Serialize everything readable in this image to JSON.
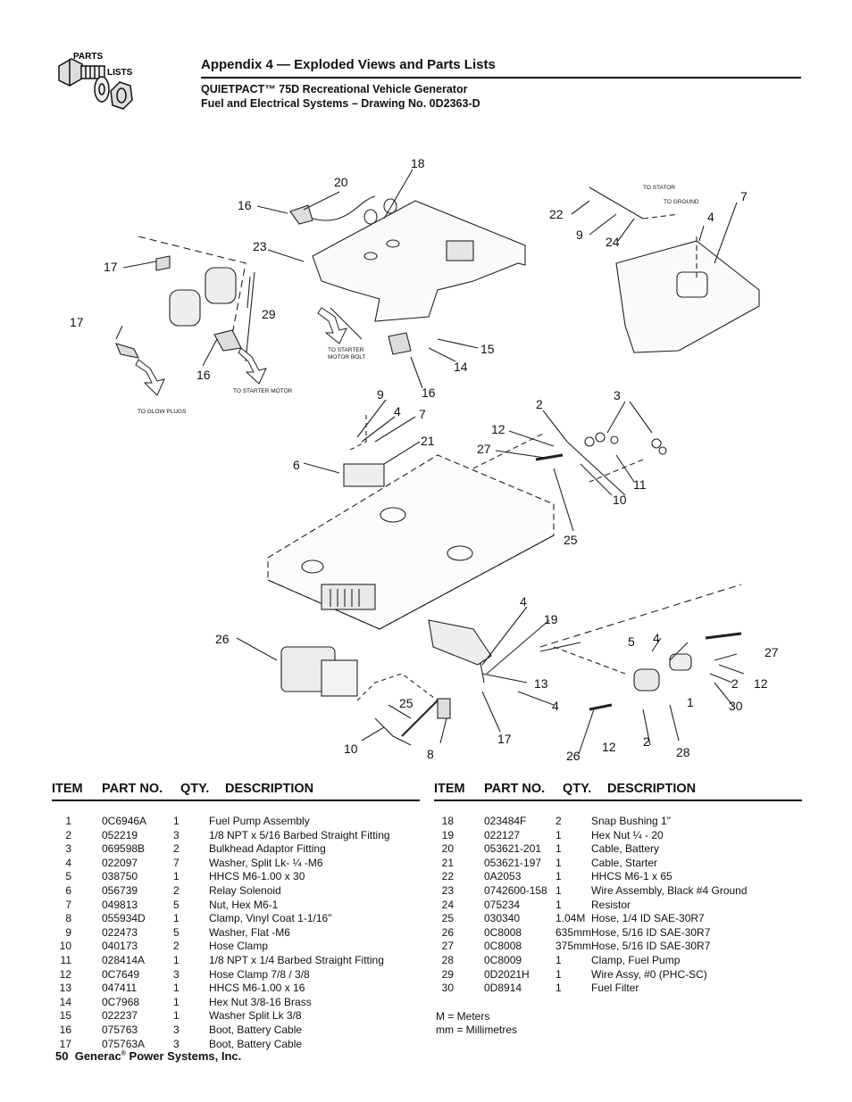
{
  "logo": {
    "line1": "PARTS",
    "line2": "LISTS"
  },
  "header": {
    "title": "Appendix 4 — Exploded Views and Parts Lists",
    "subtitle1": "QUIETPACT™ 75D Recreational Vehicle Generator",
    "subtitle2": "Fuel and Electrical Systems – Drawing No. 0D2363-D"
  },
  "diagram": {
    "callouts": [
      "18",
      "20",
      "16",
      "23",
      "17",
      "29",
      "17",
      "16",
      "22",
      "9",
      "24",
      "7",
      "4",
      "15",
      "14",
      "16",
      "9",
      "4",
      "7",
      "21",
      "6",
      "2",
      "3",
      "12",
      "27",
      "11",
      "10",
      "25",
      "26",
      "4",
      "19",
      "5",
      "4",
      "27",
      "13",
      "4",
      "1",
      "2",
      "12",
      "30",
      "25",
      "10",
      "8",
      "17",
      "26",
      "12",
      "2",
      "28"
    ],
    "notes": {
      "to_stator": "TO STATOR",
      "to_ground": "TO GROUND",
      "to_starter_motor_bolt_1": "TO STARTER",
      "to_starter_motor_bolt_2": "MOTOR BOLT",
      "to_starter_motor": "TO STARTER MOTOR",
      "to_glow_plugs": "TO GLOW PLUGS"
    }
  },
  "table_headers": {
    "item": "ITEM",
    "part": "PART NO.",
    "qty": "QTY.",
    "desc": "DESCRIPTION"
  },
  "parts_left": [
    {
      "item": "1",
      "part": "0C6946A",
      "qty": "1",
      "desc": "Fuel Pump Assembly"
    },
    {
      "item": "2",
      "part": "052219",
      "qty": "3",
      "desc": "1/8  NPT x 5/16 Barbed Straight Fitting"
    },
    {
      "item": "3",
      "part": "069598B",
      "qty": "2",
      "desc": "Bulkhead Adaptor Fitting"
    },
    {
      "item": "4",
      "part": "022097",
      "qty": "7",
      "desc": "Washer, Split Lk- ¼ -M6"
    },
    {
      "item": "5",
      "part": "038750",
      "qty": "1",
      "desc": "HHCS M6-1.00 x 30"
    },
    {
      "item": "6",
      "part": "056739",
      "qty": "2",
      "desc": "Relay Solenoid"
    },
    {
      "item": "7",
      "part": "049813",
      "qty": "5",
      "desc": "Nut, Hex M6-1"
    },
    {
      "item": "8",
      "part": "055934D",
      "qty": "1",
      "desc": "Clamp, Vinyl Coat 1-1/16\""
    },
    {
      "item": "9",
      "part": "022473",
      "qty": "5",
      "desc": "Washer, Flat -M6"
    },
    {
      "item": "10",
      "part": "040173",
      "qty": "2",
      "desc": "Hose Clamp"
    },
    {
      "item": "11",
      "part": "028414A",
      "qty": "1",
      "desc": "1/8  NPT x 1/4 Barbed Straight Fitting"
    },
    {
      "item": "12",
      "part": "0C7649",
      "qty": "3",
      "desc": "Hose Clamp 7/8 / 3/8"
    },
    {
      "item": "13",
      "part": "047411",
      "qty": "1",
      "desc": "HHCS M6-1.00 x 16"
    },
    {
      "item": "14",
      "part": "0C7968",
      "qty": "1",
      "desc": "Hex Nut 3/8-16 Brass"
    },
    {
      "item": "15",
      "part": "022237",
      "qty": "1",
      "desc": "Washer Split Lk 3/8"
    },
    {
      "item": "16",
      "part": "075763",
      "qty": "3",
      "desc": "Boot, Battery Cable"
    },
    {
      "item": "17",
      "part": "075763A",
      "qty": "3",
      "desc": "Boot, Battery Cable"
    }
  ],
  "parts_right": [
    {
      "item": "18",
      "part": "023484F",
      "qty": "2",
      "desc": "Snap Bushing 1\""
    },
    {
      "item": "19",
      "part": "022127",
      "qty": "1",
      "desc": "Hex Nut  ¼ - 20"
    },
    {
      "item": "20",
      "part": "053621-201",
      "qty": "1",
      "desc": "Cable, Battery"
    },
    {
      "item": "21",
      "part": "053621-197",
      "qty": "1",
      "desc": "Cable, Starter"
    },
    {
      "item": "22",
      "part": "0A2053",
      "qty": "1",
      "desc": "HHCS M6-1 x 65"
    },
    {
      "item": "23",
      "part": "0742600-158",
      "qty": "1",
      "desc": "Wire Assembly, Black #4 Ground"
    },
    {
      "item": "24",
      "part": "075234",
      "qty": "1",
      "desc": "Resistor"
    },
    {
      "item": "25",
      "part": "030340",
      "qty": "1.04M",
      "desc": "Hose, 1/4 ID SAE-30R7"
    },
    {
      "item": "26",
      "part": "0C8008",
      "qty": "635mm",
      "desc": "Hose, 5/16 ID SAE-30R7"
    },
    {
      "item": "27",
      "part": "0C8008",
      "qty": "375mm",
      "desc": "Hose, 5/16 ID SAE-30R7"
    },
    {
      "item": "28",
      "part": "0C8009",
      "qty": "1",
      "desc": "Clamp, Fuel Pump"
    },
    {
      "item": "29",
      "part": "0D2021H",
      "qty": "1",
      "desc": "Wire Assy, #0 (PHC-SC)"
    },
    {
      "item": "30",
      "part": "0D8914",
      "qty": "1",
      "desc": "Fuel Filter"
    }
  ],
  "legend": {
    "meters": "M = Meters",
    "mm": "mm = Millimetres"
  },
  "footer": {
    "page": "50",
    "company": "Generac",
    "reg": "®",
    "rest": "Power Systems, Inc."
  }
}
